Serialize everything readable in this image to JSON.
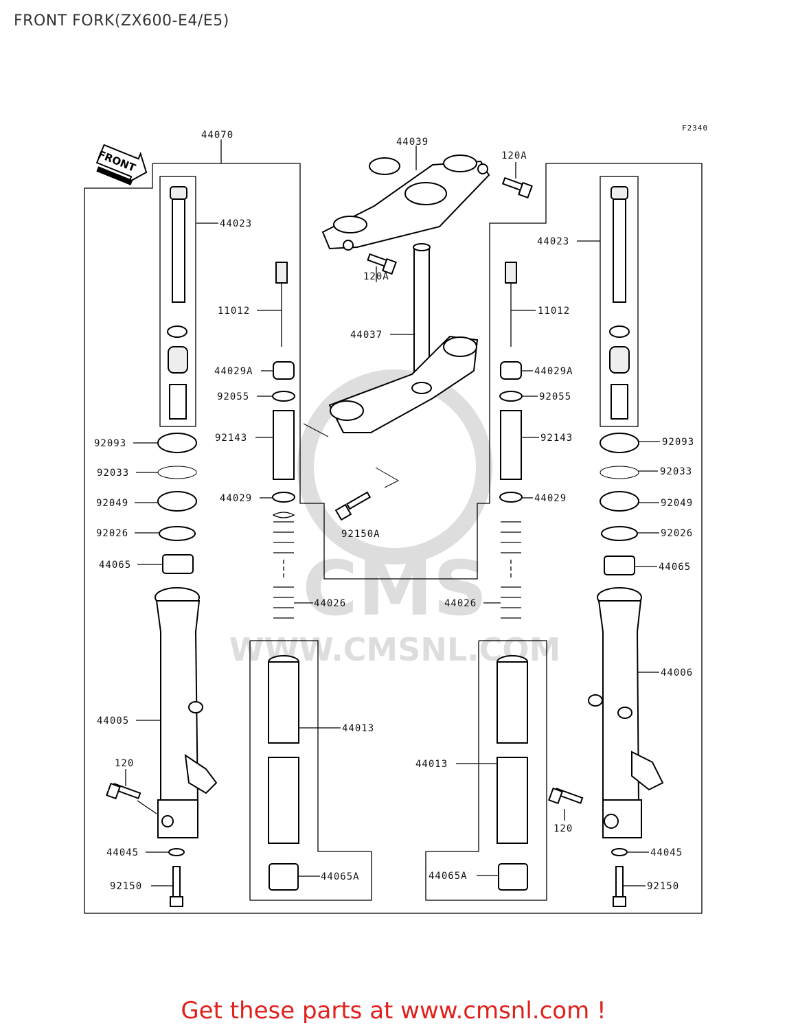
{
  "header": {
    "title": "FRONT FORK(ZX600-E4/E5)"
  },
  "diagram": {
    "figure_code": "F2340",
    "front_arrow_label": "FRONT",
    "watermark": {
      "brand": "CMS",
      "url": "WWW.CMSNL.COM"
    },
    "labels": {
      "l44070": "44070",
      "l44039": "44039",
      "l120A_top": "120A",
      "l120A_mid": "120A",
      "l44023_left": "44023",
      "l44023_right": "44023",
      "l11012_left": "11012",
      "l11012_right": "11012",
      "l44037": "44037",
      "l44029A_left": "44029A",
      "l44029A_right": "44029A",
      "l92055_left": "92055",
      "l92055_right": "92055",
      "l92093_left": "92093",
      "l92093_right": "92093",
      "l92143_left": "92143",
      "l92143_right": "92143",
      "l92033_left": "92033",
      "l92033_right": "92033",
      "l92049_left": "92049",
      "l92049_right": "92049",
      "l44029_left": "44029",
      "l44029_right": "44029",
      "l92150A": "92150A",
      "l92026_left": "92026",
      "l92026_right": "92026",
      "l44065_left": "44065",
      "l44065_right": "44065",
      "l44026_left": "44026",
      "l44026_right": "44026",
      "l44006": "44006",
      "l44005": "44005",
      "l44013_left": "44013",
      "l44013_right": "44013",
      "l120_left": "120",
      "l120_right": "120",
      "l44045_left": "44045",
      "l44045_right": "44045",
      "l44065A_left": "44065A",
      "l44065A_right": "44065A",
      "l92150_left": "92150",
      "l92150_right": "92150"
    }
  },
  "footer": {
    "cta": "Get these parts at www.cmsnl.com !"
  },
  "colors": {
    "cta": "#e0201c",
    "title": "#333333",
    "line": "#000000"
  }
}
